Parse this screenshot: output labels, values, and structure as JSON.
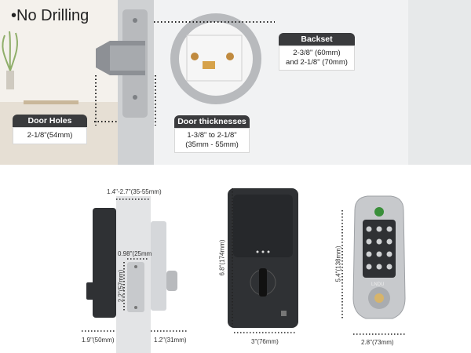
{
  "headline": "No Drilling",
  "callouts": {
    "door_holes": {
      "label": "Door Holes",
      "value": "2-1/8\"(54mm)"
    },
    "door_thickness": {
      "label": "Door thicknesses",
      "value_line1": "1-3/8\" to 2-1/8\"",
      "value_line2": "(35mm - 55mm)"
    },
    "backset": {
      "label": "Backset",
      "value_line1": "2-3/8\" (60mm)",
      "value_line2": "and 2-1/8\" (70mm)"
    }
  },
  "dimensions": {
    "door_range": "1.4\"-2.7\"(35-55mm)",
    "latch_width": "0.98\"(25mm",
    "latch_height": "2.2\"(57mm)",
    "side_left": "1.9\"(50mm)",
    "side_right": "1.2\"(31mm)",
    "back_height": "6.8\"(174mm)",
    "back_width": "3\"(76mm)",
    "front_height": "5.4\"(138mm)",
    "front_width": "2.8\"(73mm)"
  },
  "brand": "LNDU",
  "colors": {
    "label_bg": "#3a3b3d",
    "lock_dark": "#2f3134",
    "satin_nickel": "#c7c9cc",
    "door_band": "#cfd1d3"
  }
}
